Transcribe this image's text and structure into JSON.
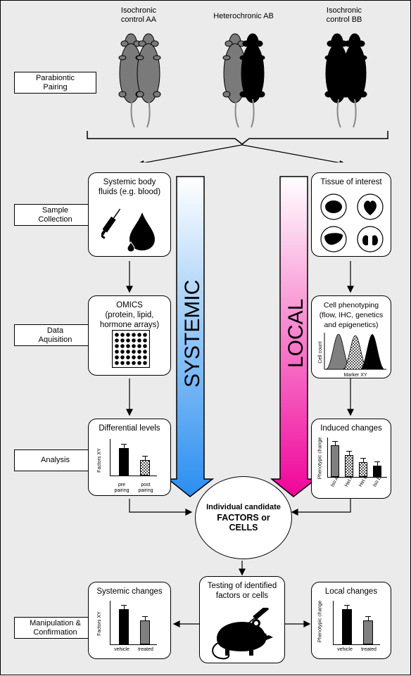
{
  "mice": {
    "aa_label": "Isochronic\ncontrol AA",
    "ab_label": "Heterochronic AB",
    "bb_label": "Isochronic\ncontrol BB"
  },
  "stages": {
    "pairing": "Parabiontic\nPairing",
    "sample": "Sample\nCollection",
    "data": "Data\nAquisition",
    "analysis": "Analysis",
    "manipulation": "Manipulation &\nConfirmation"
  },
  "arrows": {
    "systemic": "SYSTEMIC",
    "local": "LOCAL"
  },
  "systemic": {
    "sample_title": "Systemic body\nfluids (e.g. blood)",
    "data_title": "OMICS\n(protein, lipid,\nhormone arrays)",
    "analysis_title": "Differential levels",
    "analysis_ylabel": "Factors XY",
    "analysis_x1": "pre\npairing",
    "analysis_x2": "post\npairing"
  },
  "local": {
    "sample_title": "Tissue of interest",
    "data_title": "Cell phenotyping\n(flow, IHC, genetics\nand epigenetics)",
    "data_ylabel": "Cell count",
    "data_xlabel": "Marker XY",
    "analysis_title": "Induced changes",
    "analysis_ylabel": "Phenotypic change",
    "analysis_cats": [
      "Iso A",
      "Het A",
      "Het B",
      "Iso B"
    ]
  },
  "candidate": {
    "line1": "Individual candidate",
    "line2": "FACTORS or",
    "line3": "CELLS"
  },
  "bottom": {
    "sys_title": "Systemic changes",
    "sys_ylabel": "Factors XY",
    "sys_x1": "vehicle",
    "sys_x2": "treated",
    "test_title": "Testing of identified\nfactors or cells",
    "loc_title": "Local changes",
    "loc_ylabel": "Phenotypic change",
    "loc_x1": "vehicle",
    "loc_x2": "treated"
  },
  "colors": {
    "background": "#ebebeb",
    "systemic_top": "#ffffff",
    "systemic_bottom": "#2a8ef0",
    "local_top": "#ffffff",
    "local_bottom": "#f0049a"
  },
  "chart_data": [
    {
      "type": "bar",
      "categories": [
        "pre pairing",
        "post pairing"
      ],
      "values": [
        0.75,
        0.42
      ],
      "ylabel": "Factors XY"
    },
    {
      "type": "bar",
      "categories": [
        "Iso A",
        "Het A",
        "Het B",
        "Iso B"
      ],
      "values": [
        0.8,
        0.55,
        0.38,
        0.28
      ],
      "ylabel": "Phenotypic change"
    },
    {
      "type": "bar",
      "categories": [
        "vehicle",
        "treated"
      ],
      "values": [
        0.8,
        0.55
      ],
      "ylabel": "Factors XY"
    },
    {
      "type": "bar",
      "categories": [
        "vehicle",
        "treated"
      ],
      "values": [
        0.8,
        0.55
      ],
      "ylabel": "Phenotypic change"
    }
  ]
}
